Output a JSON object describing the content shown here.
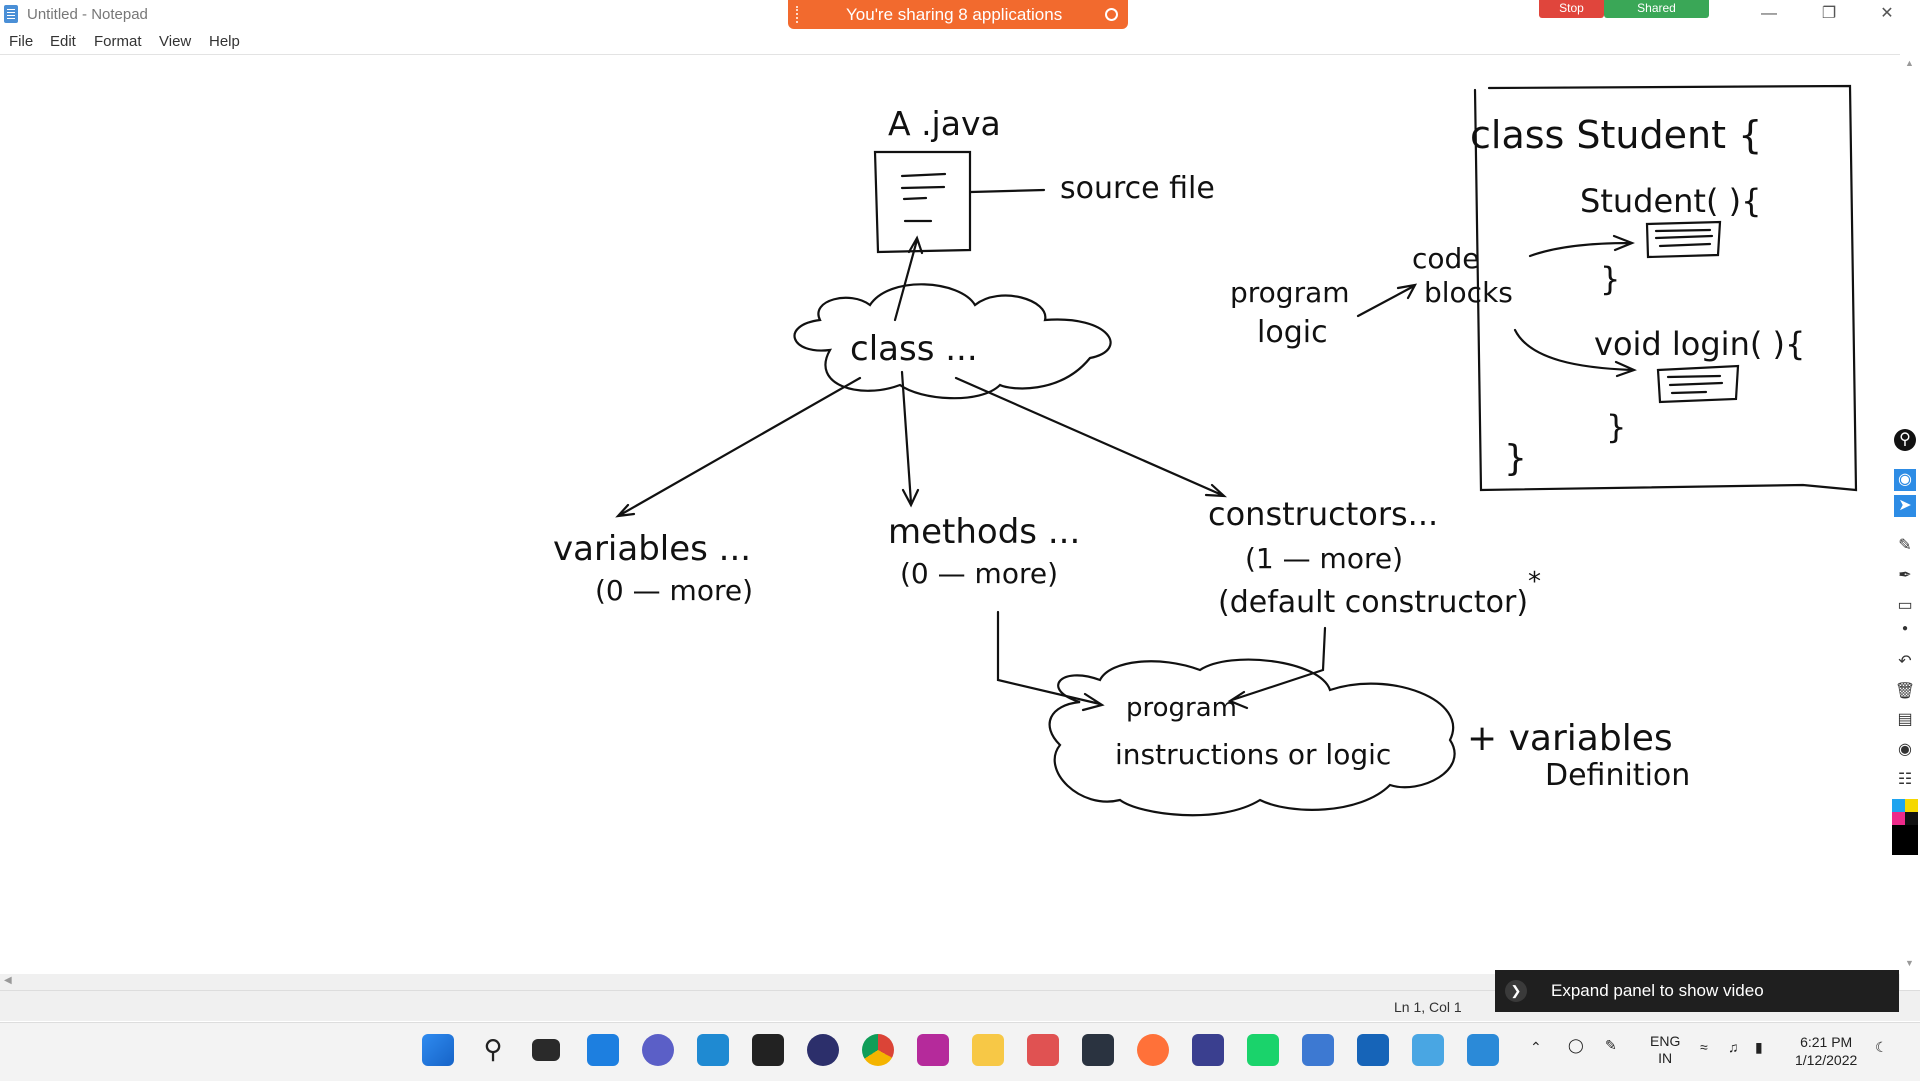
{
  "window": {
    "title": "Untitled - Notepad"
  },
  "share_banner": {
    "text": "You're sharing 8 applications"
  },
  "share_controls": {
    "stop": "Stop",
    "shared": "Shared"
  },
  "menu": {
    "file": "File",
    "edit": "Edit",
    "format": "Format",
    "view": "View",
    "help": "Help"
  },
  "status": {
    "position": "Ln 1, Col 1"
  },
  "expand_panel": {
    "label": "Expand panel to show video"
  },
  "notes": {
    "ajava": "A .java",
    "source_file": "source file",
    "class": "class ...",
    "variables": "variables ...",
    "variables_count": "(0 — more)",
    "methods": "methods ...",
    "methods_count": "(0 — more)",
    "constructors": "constructors...",
    "constructors_count": "(1 — more)",
    "default_constructor": "(default constructor)",
    "star": "*",
    "program": "program",
    "instructions": "instructions or logic",
    "plus_variables": "+ variables",
    "definition": "Definition",
    "class_student": "class Student {",
    "program_logic_1": "program",
    "program_logic_2": "logic",
    "code": "code",
    "blocks": "blocks",
    "student_ctor": "Student( ){",
    "close_brace_1": "}",
    "void_login": "void login( ){",
    "close_brace_2": "}",
    "close_brace_3": "}"
  },
  "taskbar": {
    "lang_1": "ENG",
    "lang_2": "IN",
    "time": "6:21 PM",
    "date": "1/12/2022"
  },
  "colors": {
    "share_orange": "#f26a2e",
    "stop_red": "#e0453c",
    "shared_green": "#3aa757"
  }
}
